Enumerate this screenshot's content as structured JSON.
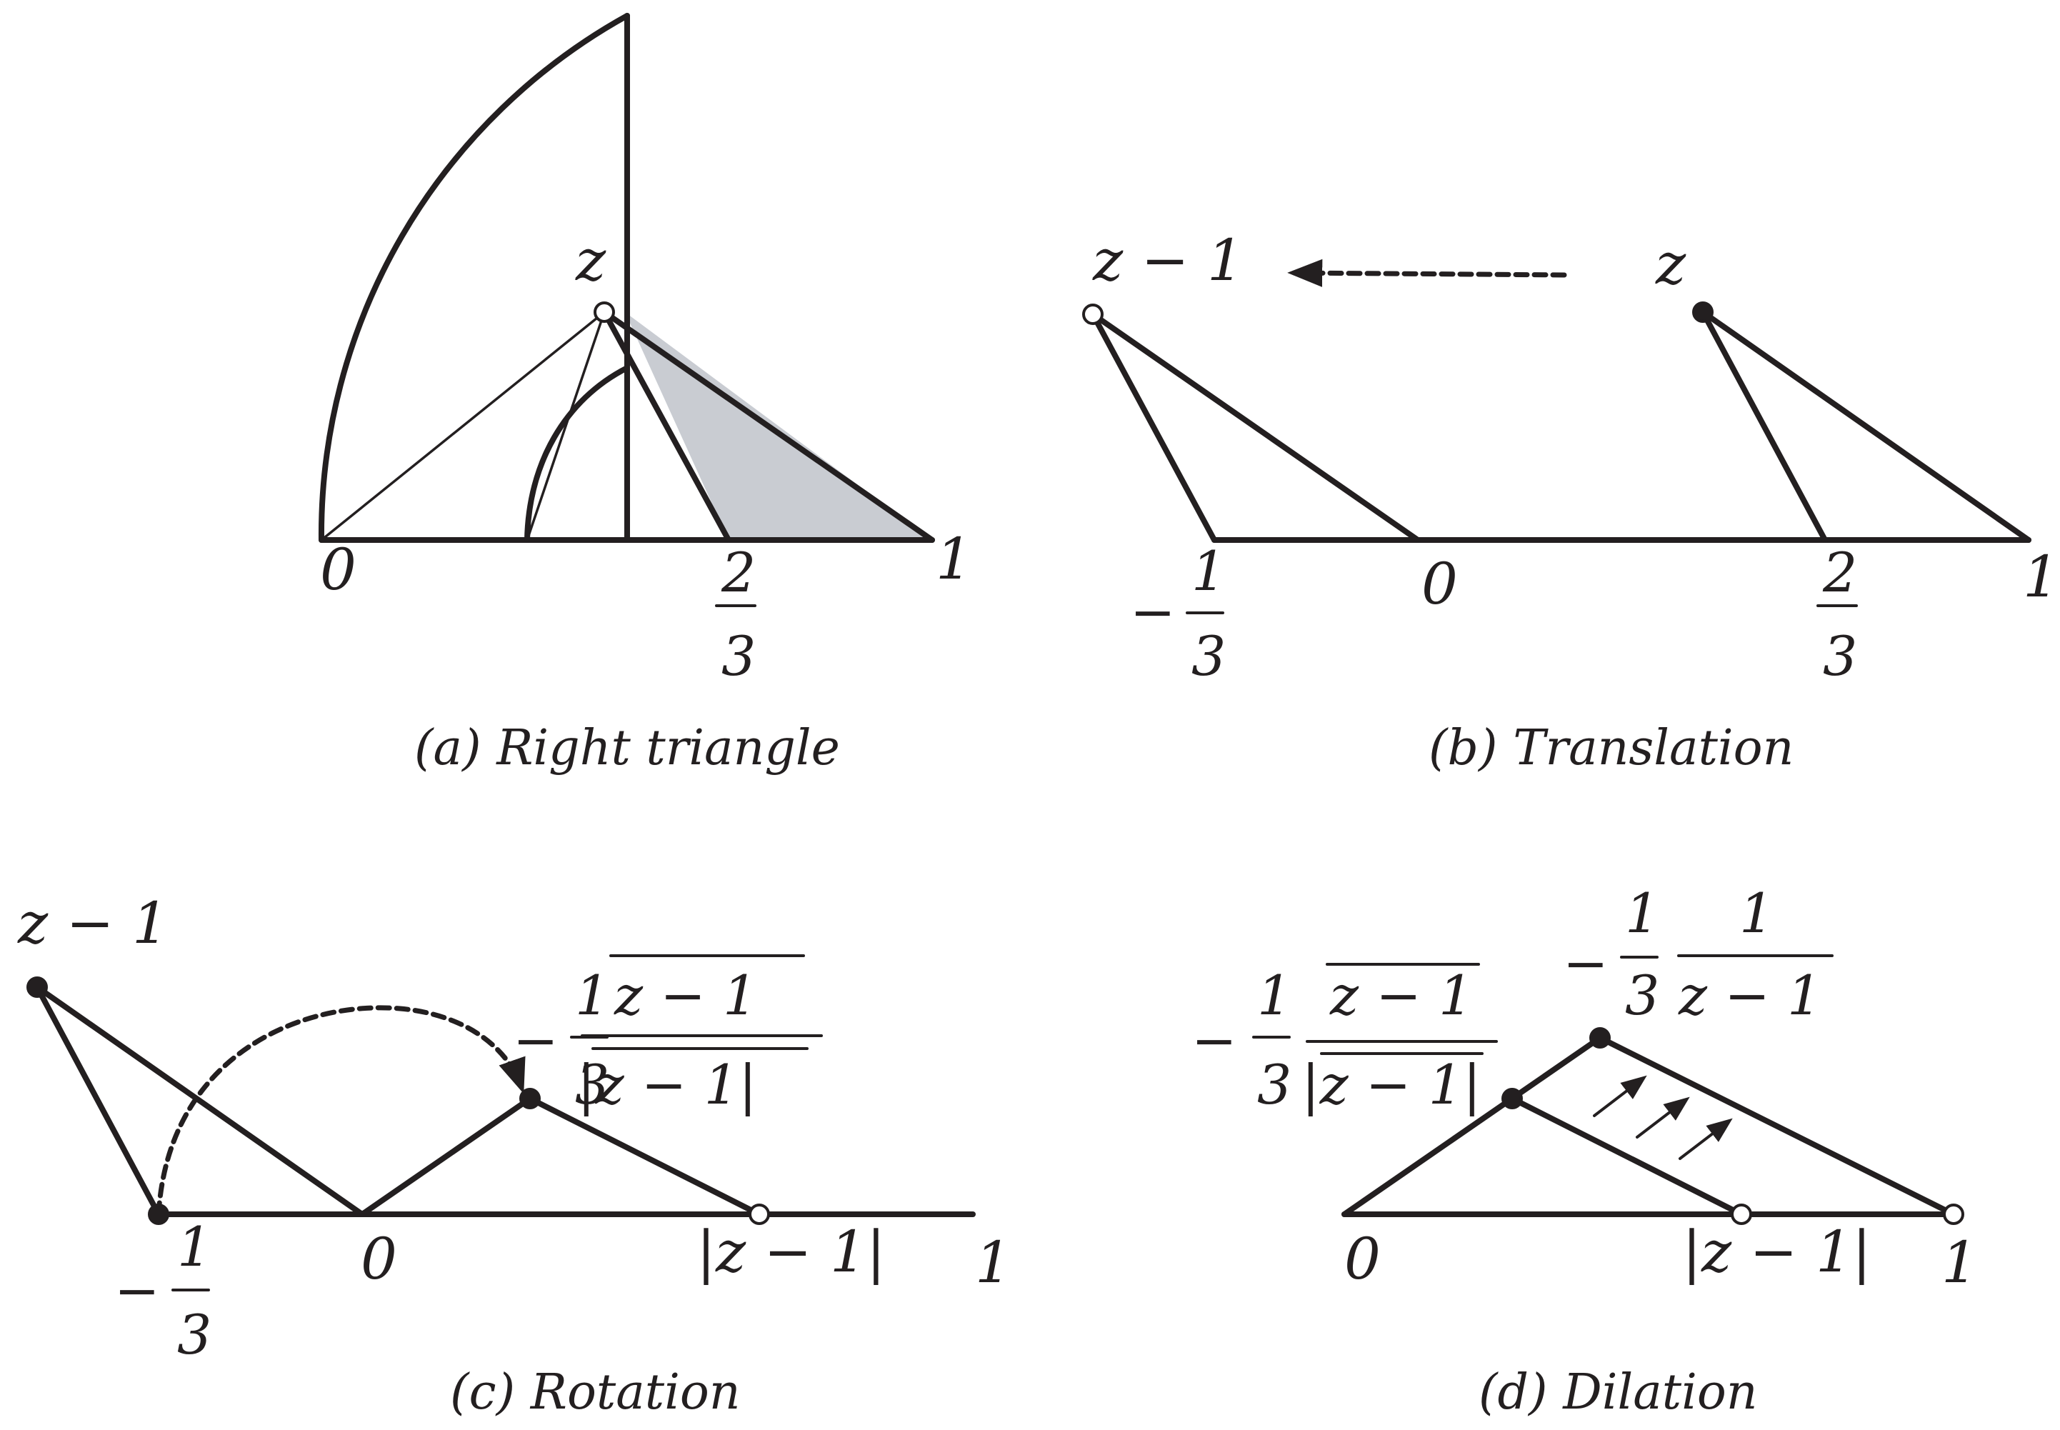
{
  "colors": {
    "ink": "#231f20",
    "shade": "#c9ccd2",
    "background": "#ffffff"
  },
  "panels": {
    "a": {
      "caption": "(a) Right  triangle",
      "labels": {
        "z": "z",
        "zero": "0",
        "one": "1",
        "two_thirds_num": "2",
        "two_thirds_den": "3"
      }
    },
    "b": {
      "caption": "(b) Translation",
      "labels": {
        "z": "z",
        "z_minus_1": "z − 1",
        "zero": "0",
        "one": "1",
        "minus": "−",
        "one_third_num": "1",
        "one_third_den": "3",
        "two_thirds_num": "2",
        "two_thirds_den": "3"
      }
    },
    "c": {
      "caption": "(c) Rotation",
      "labels": {
        "z_minus_1": "z − 1",
        "zero": "0",
        "one": "1",
        "minus": "−",
        "one_third_num": "1",
        "one_third_den": "3",
        "rot_minus": "−",
        "rot_num": "1",
        "rot_den": "3",
        "rot_conj_num": "z − 1",
        "rot_conj_den": "|z − 1|",
        "abs_z_minus_1": "|z − 1|"
      }
    },
    "d": {
      "caption": "(d) Dilation",
      "labels": {
        "zero": "0",
        "one": "1",
        "abs_z_minus_1": "|z − 1|",
        "dil_minus": "−",
        "dil_num": "1",
        "dil_den": "3",
        "dil_inv_num": "1",
        "dil_inv_den": "z − 1",
        "rot_minus": "−",
        "rot_num": "1",
        "rot_den": "3",
        "rot_conj_num": "z − 1",
        "rot_conj_den": "|z − 1|"
      }
    }
  }
}
